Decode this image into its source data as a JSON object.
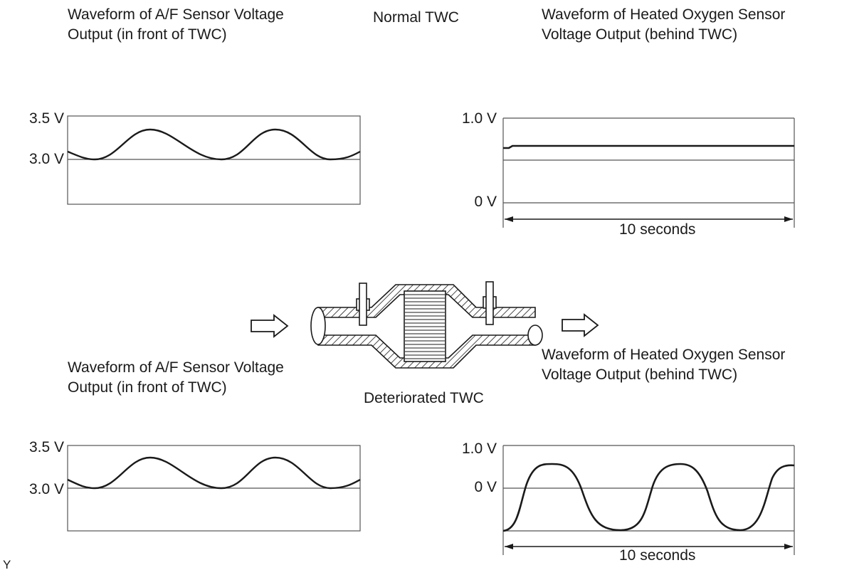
{
  "normal": {
    "label": "Normal TWC",
    "af_title": [
      "Waveform of A/F Sensor Voltage",
      "Output (in front of TWC)"
    ],
    "ho2_title": [
      "Waveform of Heated Oxygen Sensor",
      "Voltage Output (behind TWC)"
    ],
    "af_ticks": [
      "3.5 V",
      "3.0 V"
    ],
    "ho2_ticks": [
      "1.0 V",
      "0 V"
    ],
    "duration": "10 seconds"
  },
  "deteriorated": {
    "label": "Deteriorated TWC",
    "af_title": [
      "Waveform of A/F Sensor Voltage",
      "Output (in front of TWC)"
    ],
    "ho2_title": [
      "Waveform of Heated Oxygen Sensor",
      "Voltage Output (behind TWC)"
    ],
    "af_ticks": [
      "3.5 V",
      "3.0 V"
    ],
    "ho2_ticks": [
      "1.0 V",
      "0 V"
    ],
    "duration": "10 seconds"
  },
  "corner_mark": "Y",
  "colors": {
    "ink": "#1a1a1a",
    "frame": "#555555",
    "background": "#ffffff"
  }
}
